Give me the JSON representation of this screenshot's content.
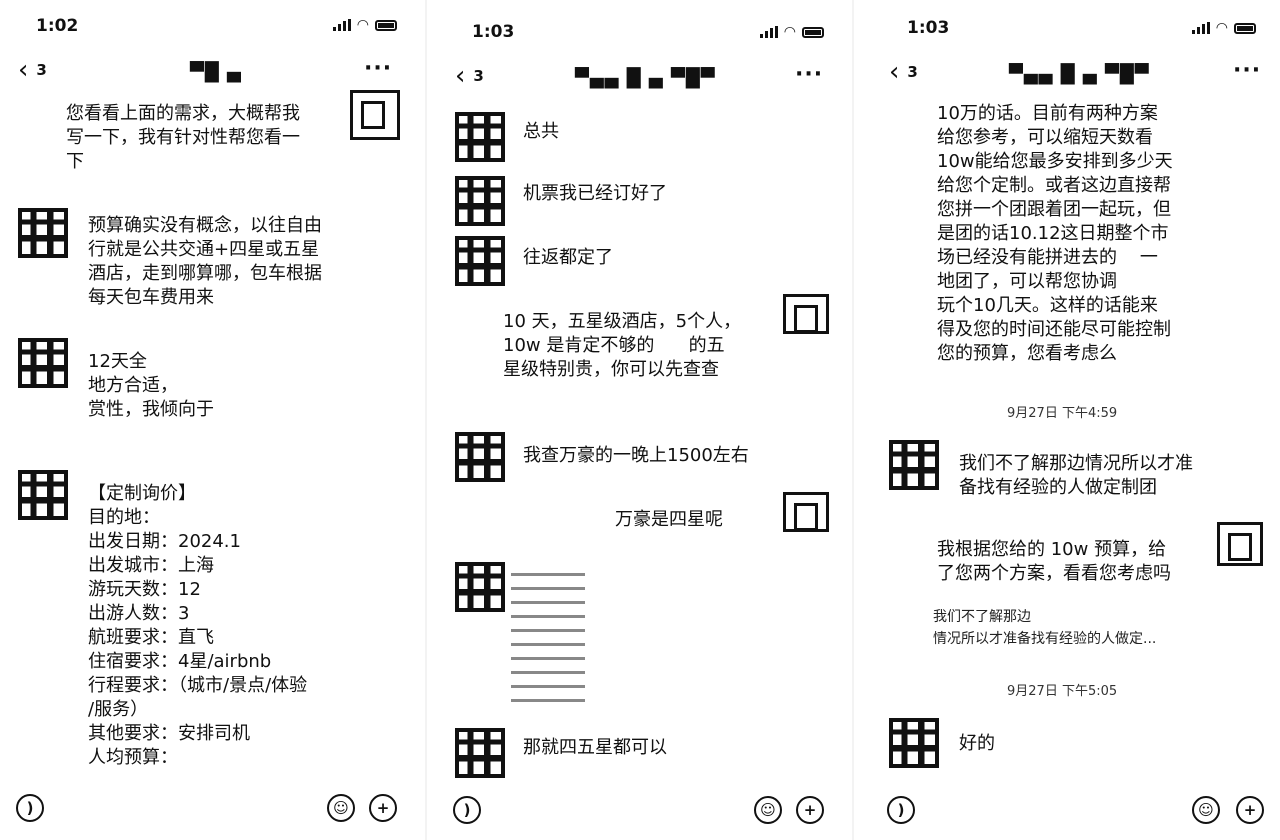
{
  "panels": [
    {
      "time": "1:02",
      "back_count": "3",
      "title": "▀█ ▄",
      "more": "···",
      "messages": [
        {
          "side": "right",
          "text": "您看看上面的需求，大概帮我\n写一下，我有针对性帮您看一\n下"
        },
        {
          "side": "left",
          "text": "预算确实没有概念，以往自由\n行就是公共交通+四星或五星\n酒店，走到哪算哪，包车根据\n每天包车费用来"
        },
        {
          "side": "left",
          "text": "12天全\n地方合适，\n赏性，我倾向于"
        },
        {
          "side": "left",
          "text": "【定制询价】\n目的地：\n出发日期：2024.1\n出发城市：上海\n游玩天数：12\n出游人数：3\n航班要求：直飞\n住宿要求：4星/airbnb\n行程要求：（城市/景点/体验\n/服务）\n其他要求：安排司机\n人均预算："
        }
      ]
    },
    {
      "time": "1:03",
      "back_count": "3",
      "title": "▀▄▄ █ ▄ ▀█▀",
      "more": "···",
      "messages": [
        {
          "side": "left",
          "text": "总共"
        },
        {
          "side": "left",
          "text": "机票我已经订好了"
        },
        {
          "side": "left",
          "text": "往返都定了"
        },
        {
          "side": "right",
          "text": "10 天，五星级酒店，5个人，\n10w 是肯定不够的      的五\n星级特别贵，你可以先查查\n"
        },
        {
          "side": "left",
          "text": "我查万豪的一晚上1500左右"
        },
        {
          "side": "right",
          "text": "万豪是四星呢"
        },
        {
          "side": "left",
          "text": "那就四五星都可以"
        }
      ]
    },
    {
      "time": "1:03",
      "back_count": "3",
      "title": "▀▄▄ █ ▄ ▀█▀",
      "more": "···",
      "messages": [
        {
          "side": "right",
          "text": "10万的话。目前有两种方案\n给您参考，可以缩短天数看\n10w能给您最多安排到多少天\n给您个定制。或者这边直接帮\n您拼一个团跟着团一起玩，但\n是团的话10.12这日期整个市\n场已经没有能拼进去的    一\n地团了，可以帮您协调\n玩个10几天。这样的话能来\n得及您的时间还能尽可能控制\n您的预算，您看考虑么"
        },
        {
          "side": "left",
          "text": "我们不了解那边情况所以才准\n备找有经验的人做定制团"
        },
        {
          "side": "right",
          "text": "我根据您给的 10w 预算，给\n了您两个方案，看看您考虑吗"
        },
        {
          "side": "left",
          "text": "好的"
        }
      ],
      "timestamps": [
        "9月27日 下午4:59",
        "9月27日 下午5:05"
      ],
      "quote": "我们不了解那边\n情况所以才准备找有经验的人做定..."
    }
  ],
  "icons": {
    "back": "chevron-left-icon",
    "voice": "voice-icon",
    "emoji": "emoji-icon",
    "plus": "plus-icon"
  }
}
